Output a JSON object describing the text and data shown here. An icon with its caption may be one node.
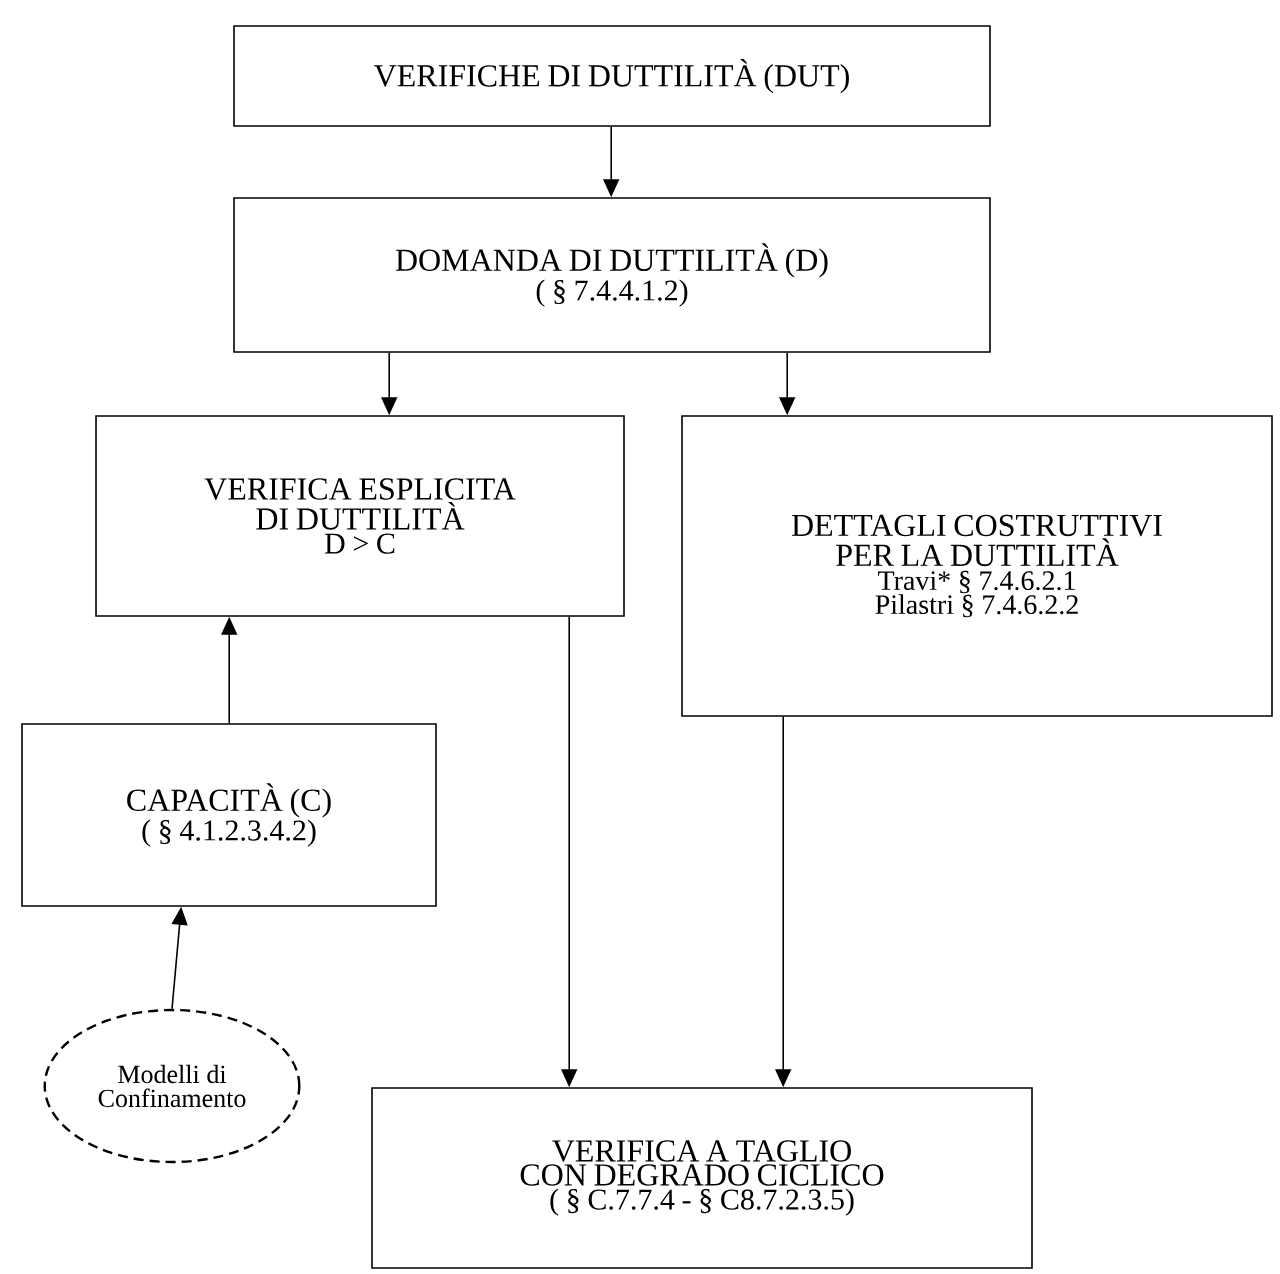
{
  "diagram": {
    "nodes": [
      {
        "text": [
          "VERIFICHE DI DUTTILITÀ (DUT)"
        ]
      },
      {
        "text": [
          "DOMANDA DI DUTTILITÀ (D)",
          "( § 7.4.4.1.2)"
        ]
      },
      {
        "text": [
          "VERIFICA ESPLICITA DI DUTTILITÀ",
          "D > C"
        ]
      },
      {
        "text": [
          "DETTAGLI COSTRUTTIVI PER LA DUTTILITÀ",
          "Travi* § 7.4.6.2.1",
          "Pilastri § 7.4.6.2.2"
        ]
      },
      {
        "text": [
          "CAPACITÀ (C)",
          "( § 4.1.2.3.4.2)"
        ]
      },
      {
        "text": [
          "Modelli di Confinamento"
        ]
      },
      {
        "text": [
          "VERIFICA A TAGLIO CON DEGRADO CICLICO",
          "( § C.7.7.4 - § C8.7.2.3.5)"
        ]
      }
    ],
    "edges": [
      {
        "from": 0,
        "to": 1,
        "arrow": "to"
      },
      {
        "from": 1,
        "to": 2,
        "arrow": "to"
      },
      {
        "from": 1,
        "to": 3,
        "arrow": "to"
      },
      {
        "from": 4,
        "to": 2,
        "arrow": "to"
      },
      {
        "from": 5,
        "to": 4,
        "arrow": "to"
      },
      {
        "from": 2,
        "to": 6,
        "arrow": "to"
      },
      {
        "from": 3,
        "to": 6,
        "arrow": "to"
      }
    ]
  }
}
